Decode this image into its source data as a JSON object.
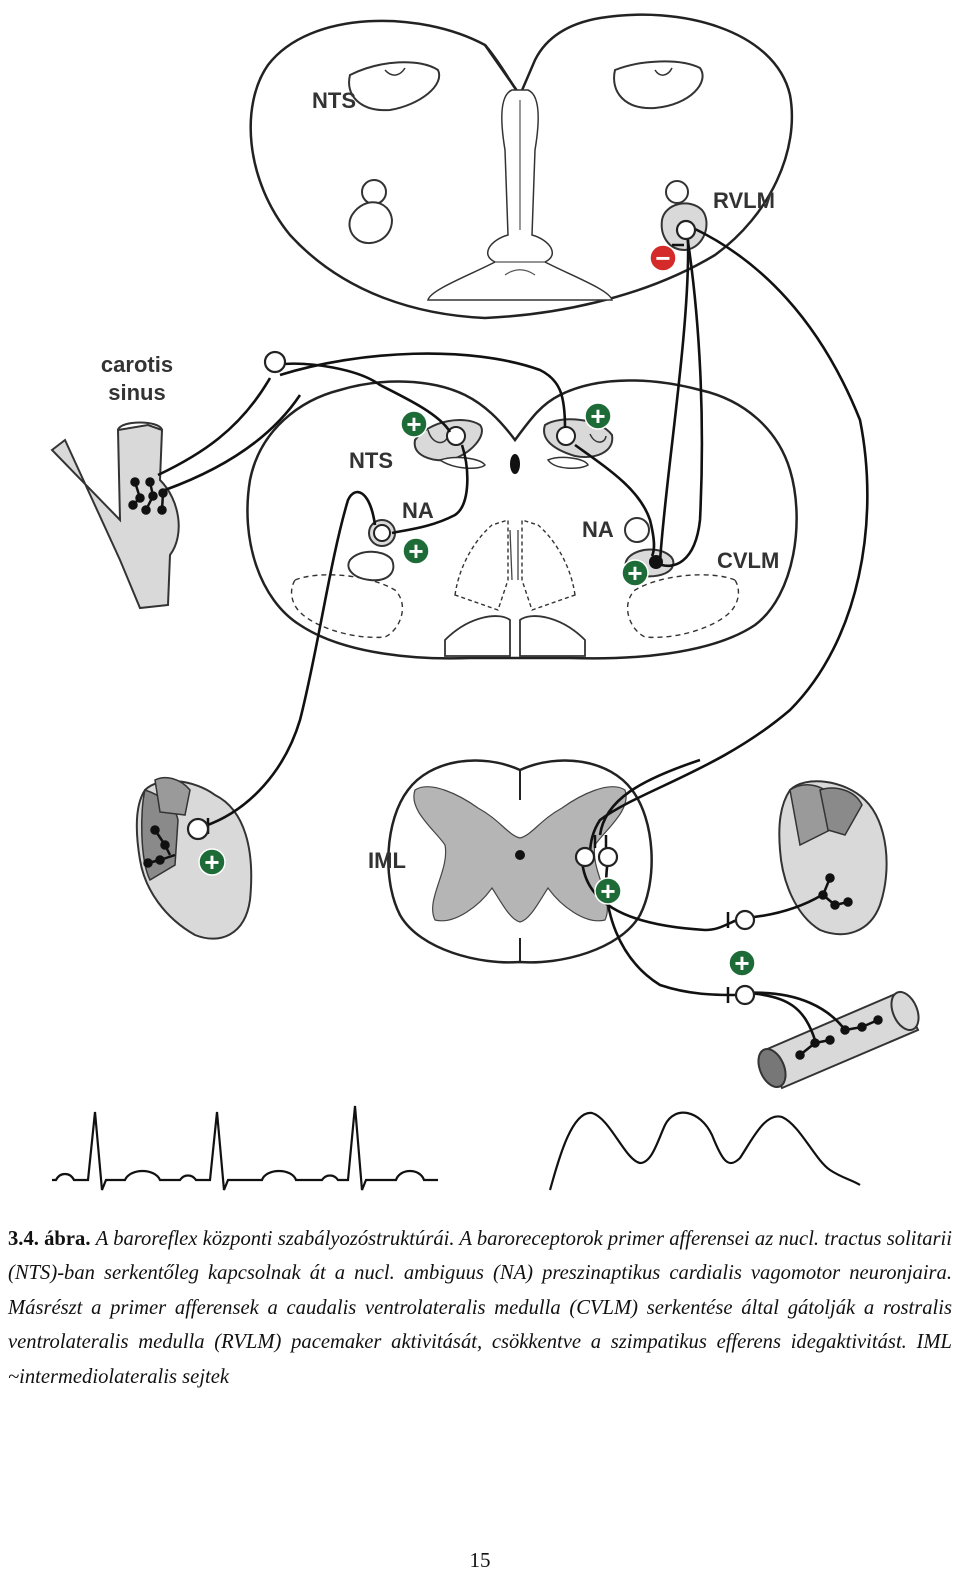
{
  "labels": {
    "nts_top": "NTS",
    "rvlm": "RVLM",
    "carotis_line1": "carotis",
    "carotis_line2": "sinus",
    "nts_mid": "NTS",
    "na_left": "NA",
    "na_right": "NA",
    "cvlm": "CVLM",
    "iml": "IML"
  },
  "symbols": {
    "excitatory": "+",
    "inhibitory": "−"
  },
  "colors": {
    "excitatory": "#1d6b37",
    "inhibitory": "#d42a2a",
    "tissue": "#d9d9d9",
    "gray_matter": "#b5b5b5",
    "line": "#111111"
  },
  "icons": [
    "medulla-section",
    "spinal-cord-section",
    "heart-icon",
    "blood-vessel-icon",
    "carotid-sinus-icon",
    "ecg-trace",
    "blood-pressure-trace"
  ],
  "caption": {
    "lead": "3.4. ábra.",
    "body": "A baroreflex központi szabályozóstruktúrái. A baroreceptorok primer afferensei az nucl. tractus solitarii (NTS)-ban serkentőleg kapcsolnak át a nucl. ambiguus (NA) preszinaptikus cardialis vagomotor neuronjaira. Másrészt a primer afferensek a caudalis ventrolateralis medulla (CVLM) serkentése által gátolják a rostralis ventrolateralis medulla (RVLM) pacemaker aktivitását, csökkentve a szimpatikus efferens idegaktivitást. IML ~intermediolateralis sejtek"
  },
  "page_number": "15"
}
